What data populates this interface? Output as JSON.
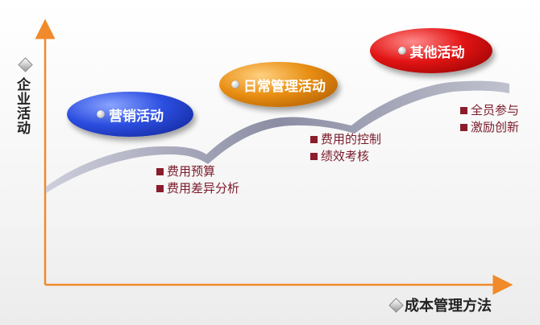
{
  "axes": {
    "y_label": "企业活动",
    "x_label": "成本管理方法"
  },
  "stages": [
    {
      "title": "营销活动",
      "color": "#2c4ee0",
      "items": [
        "费用预算",
        "费用差异分析"
      ]
    },
    {
      "title": "日常管理活动",
      "color": "#e88e12",
      "items": [
        "费用的控制",
        "绩效考核"
      ]
    },
    {
      "title": "其他活动",
      "color": "#e21414",
      "items": [
        "全员参与",
        "激励创新"
      ]
    }
  ]
}
